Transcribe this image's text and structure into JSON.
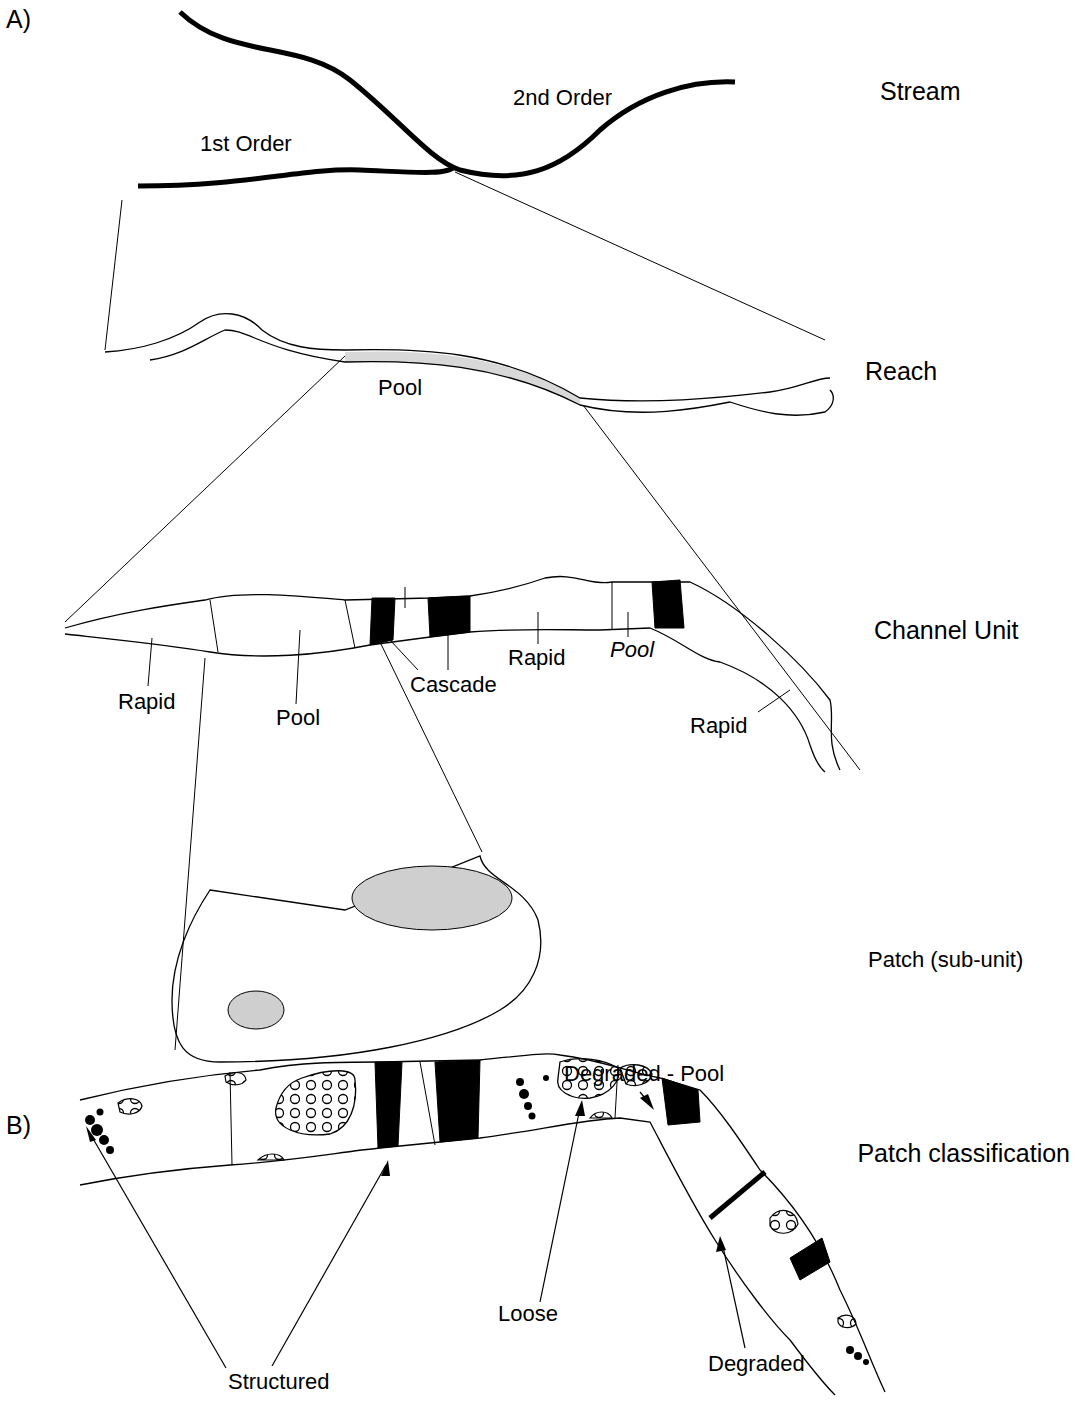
{
  "diagram": {
    "labels": [
      "A)",
      "Stream",
      "2nd Order",
      "1st Order",
      "Reach",
      "Pool",
      "Channel Unit",
      "Rapid",
      "Pool",
      "Cascade",
      "Rapid",
      "Pool",
      "Rapid",
      "Patch (sub-unit)",
      "B)",
      "Degraded - Pool",
      "Patch classification",
      "Loose",
      "Degraded",
      "Structured"
    ]
  }
}
